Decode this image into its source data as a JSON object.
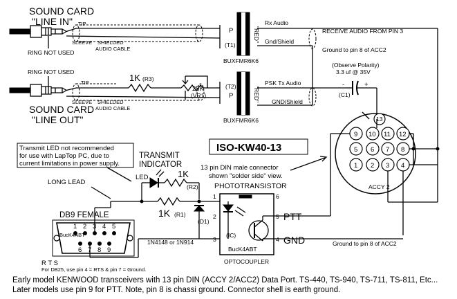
{
  "jack_in": {
    "title_line1": "SOUND CARD",
    "title_line2": "\"LINE IN\"",
    "tip": "TIP",
    "sleeve": "SLEEVE",
    "ring": "RING NOT USED",
    "cable_line1": "SHIELDED",
    "cable_line2": "AUDIO CABLE"
  },
  "jack_out": {
    "title_line1": "SOUND CARD",
    "title_line2": "\"LINE OUT\"",
    "tip": "TIP",
    "sleeve": "SLEEVE",
    "ring": "RING NOT USED",
    "cable_line1": "SHIELDED",
    "cable_line2": "AUDIO CABLE"
  },
  "transformer1": {
    "primary": "P",
    "ref": "(T1)",
    "secondary": "\"RED\"",
    "part": "BUXFMR6K6",
    "out_top": "Rx Audio",
    "out_bottom": "Gnd/Shield"
  },
  "transformer2": {
    "primary": "P",
    "ref": "(T2)",
    "secondary": "\"RED\"",
    "part": "BUXFMR6K6",
    "out_top": "PSK Tx Audio",
    "out_bottom": "GND/Shield"
  },
  "r3": {
    "value": "1K",
    "ref": "(R3)"
  },
  "vr1": {
    "value": "25K",
    "ref": "(VR1)"
  },
  "rx_path": {
    "receive_label": "RECEIVE AUDIO FROM PIN 3",
    "ground_label": "Ground to pin 8 of ACC2"
  },
  "c1": {
    "polarity": "(Observe Polarity)",
    "value": "3.3 uf @ 35V",
    "ref": "(C1)",
    "minus": "-",
    "plus": "+"
  },
  "title_box": "ISO-KW40-13",
  "din": {
    "pins": [
      "1",
      "2",
      "3",
      "4",
      "5",
      "6",
      "7",
      "8",
      "9",
      "10",
      "11",
      "12",
      "13"
    ],
    "label": "ACCY 2",
    "desc_line1": "13 pin DIN male connector",
    "desc_line2": "shown \"solder side\" view."
  },
  "led_note": {
    "line1": "Transmit LED not recommended",
    "line2": "for use with LapTop PC, due to",
    "line3": "current limitations in power supply."
  },
  "led": {
    "title_line1": "TRANSMIT",
    "title_line2": "INDICATOR",
    "led_label": "LED",
    "r2_value": "1K",
    "r2_ref": "(R2)"
  },
  "long_lead": "LONG LEAD",
  "r1": {
    "value": "1K",
    "ref": "(R1)"
  },
  "d1": {
    "ref": "(D1)",
    "part": "1N4148 or 1N914"
  },
  "opto": {
    "title": "PHOTOTRANSISTOR",
    "pins": [
      "1",
      "2",
      "3",
      "4",
      "5",
      "6"
    ],
    "ref": "(IC)",
    "part": "BucK4ABT",
    "name": "OPTOCOUPLER",
    "ptt": "PTT",
    "gnd": "GND",
    "gnd_note": "Ground to pin 8 of ACC2"
  },
  "db9": {
    "title": "DB9 FEMALE",
    "pins_top": [
      "1",
      "2",
      "3",
      "4",
      "5"
    ],
    "pins_bottom": [
      "6",
      "7",
      "8",
      "9"
    ],
    "rts": "R T S",
    "db25_note": "For DB25, use pin 4 = RTS & pin 7 = Ground."
  },
  "footer": {
    "line1": "Early model KENWOOD transceivers with 13 pin DIN (ACCY 2/ACC2) Data Port.  TS-440, TS-940, TS-711, TS-811, Etc...",
    "line2": "Later models use pin 9 for PTT.  Note, pin 8 is chassi ground. Connector shell is earth ground."
  }
}
